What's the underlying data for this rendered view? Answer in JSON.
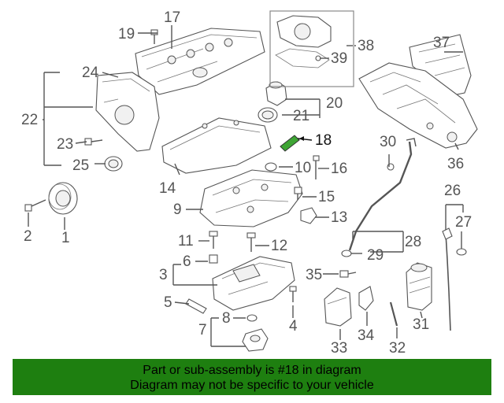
{
  "callouts": [
    {
      "id": "c1",
      "text": "1"
    },
    {
      "id": "c2",
      "text": "2"
    },
    {
      "id": "c3",
      "text": "3"
    },
    {
      "id": "c4",
      "text": "4"
    },
    {
      "id": "c5",
      "text": "5"
    },
    {
      "id": "c6",
      "text": "6"
    },
    {
      "id": "c7",
      "text": "7"
    },
    {
      "id": "c8",
      "text": "8"
    },
    {
      "id": "c9",
      "text": "9"
    },
    {
      "id": "c10",
      "text": "10"
    },
    {
      "id": "c11",
      "text": "11"
    },
    {
      "id": "c12",
      "text": "12"
    },
    {
      "id": "c13",
      "text": "13"
    },
    {
      "id": "c14",
      "text": "14"
    },
    {
      "id": "c15",
      "text": "15"
    },
    {
      "id": "c16",
      "text": "16"
    },
    {
      "id": "c17",
      "text": "17"
    },
    {
      "id": "c18",
      "text": "18"
    },
    {
      "id": "c19",
      "text": "19"
    },
    {
      "id": "c20",
      "text": "20"
    },
    {
      "id": "c21",
      "text": "21"
    },
    {
      "id": "c22",
      "text": "22"
    },
    {
      "id": "c23",
      "text": "23"
    },
    {
      "id": "c24",
      "text": "24"
    },
    {
      "id": "c25",
      "text": "25"
    },
    {
      "id": "c26",
      "text": "26"
    },
    {
      "id": "c27",
      "text": "27"
    },
    {
      "id": "c28",
      "text": "28"
    },
    {
      "id": "c29",
      "text": "29"
    },
    {
      "id": "c30",
      "text": "30"
    },
    {
      "id": "c31",
      "text": "31"
    },
    {
      "id": "c32",
      "text": "32"
    },
    {
      "id": "c33",
      "text": "33"
    },
    {
      "id": "c34",
      "text": "34"
    },
    {
      "id": "c35",
      "text": "35"
    },
    {
      "id": "c36",
      "text": "36"
    },
    {
      "id": "c37",
      "text": "37"
    },
    {
      "id": "c38",
      "text": "38"
    },
    {
      "id": "c39",
      "text": "39"
    }
  ],
  "highlight": {
    "part": "18",
    "color": "#3fa535"
  },
  "banner": {
    "line1": "Part or sub-assembly is #18 in diagram",
    "line2": "Diagram may not be specific to your vehicle",
    "background": "#1e7f10"
  }
}
